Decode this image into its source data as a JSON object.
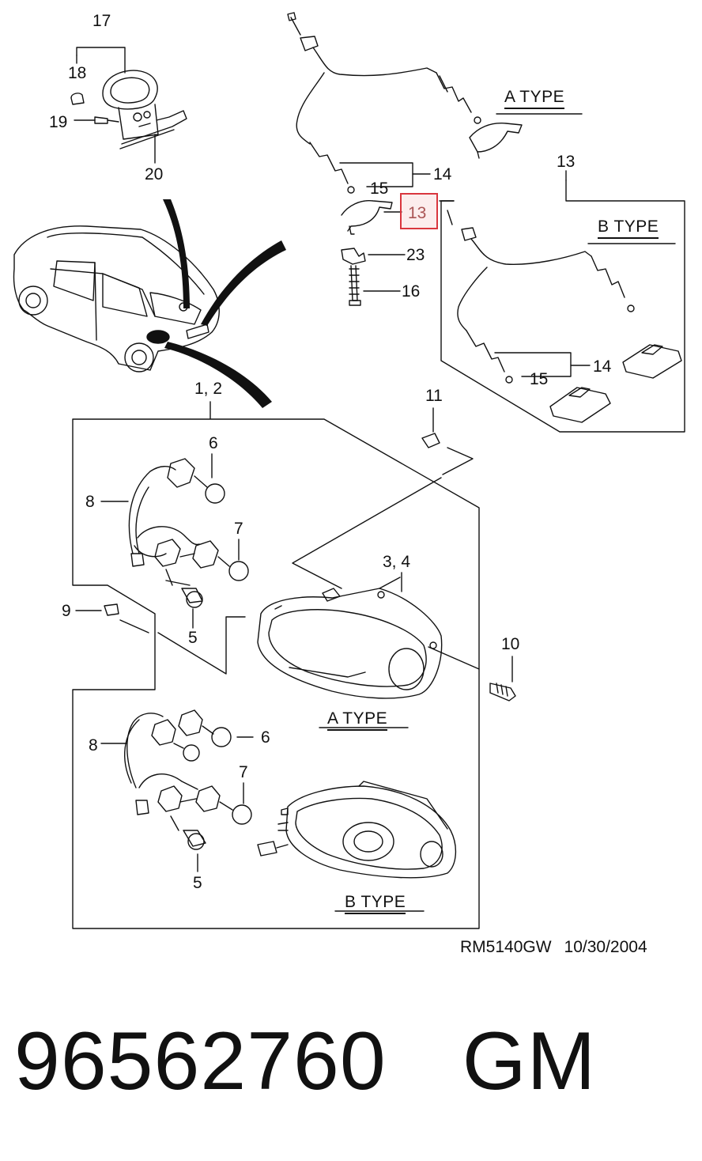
{
  "callouts": {
    "c17": "17",
    "c18": "18",
    "c19": "19",
    "c20": "20",
    "c14a": "14",
    "c15a": "15",
    "c13_top": "13",
    "c13_hl": "13",
    "c23": "23",
    "c16": "16",
    "c14b": "14",
    "c15b": "15",
    "c12": "1, 2",
    "c11": "11",
    "c6a": "6",
    "c8a": "8",
    "c7a": "7",
    "c5a": "5",
    "c9": "9",
    "c34": "3, 4",
    "c10": "10",
    "c6b": "6",
    "c8b": "8",
    "c7b": "7",
    "c5b": "5"
  },
  "labels": {
    "plate_a_type": "A TYPE",
    "plate_b_type": "B TYPE",
    "lamp_a_type": "A TYPE",
    "lamp_b_type": "B TYPE"
  },
  "stamp": {
    "code": "RM5140GW",
    "date": "10/30/2004"
  },
  "part": {
    "number": "96562760",
    "brand": "GM"
  },
  "highlight": {
    "callout": "13",
    "color": "#d9363e"
  }
}
